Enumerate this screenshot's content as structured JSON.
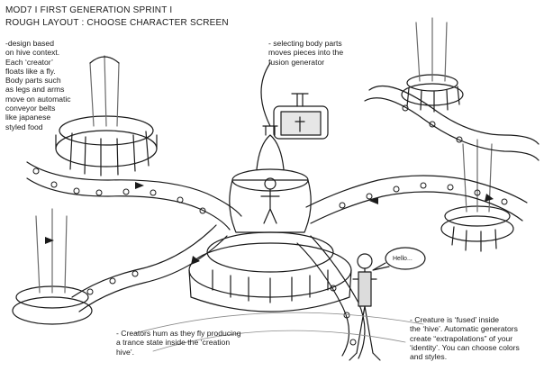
{
  "header": {
    "title_line1": "MOD7 I FIRST GENERATION SPRINT I",
    "title_line2": "ROUGH LAYOUT : CHOOSE CHARACTER SCREEN"
  },
  "notes": {
    "design": "-design based\non hive context.\nEach ‘creator’\nfloats like a fly.\nBody parts such\nas legs and arms\nmove on automatic\nconveyor belts\nlike japanese\nstyled food",
    "selecting": "- selecting body parts\nmoves pieces into the\nfusion generator",
    "creators_hum": "- Creators hum as they fly producing\na trance state inside the ‘creation\nhive’.",
    "fused": "- Creature is ‘fused’ inside\nthe ‘hive’. Automatic generators\ncreate “extrapolations” of your\n‘identity’. You can choose colors\nand styles."
  },
  "speech_bubble": {
    "text": "Hello..."
  },
  "colors": {
    "ink": "#1a1a1a",
    "paper": "#ffffff",
    "shade": "#8a8a8a"
  }
}
